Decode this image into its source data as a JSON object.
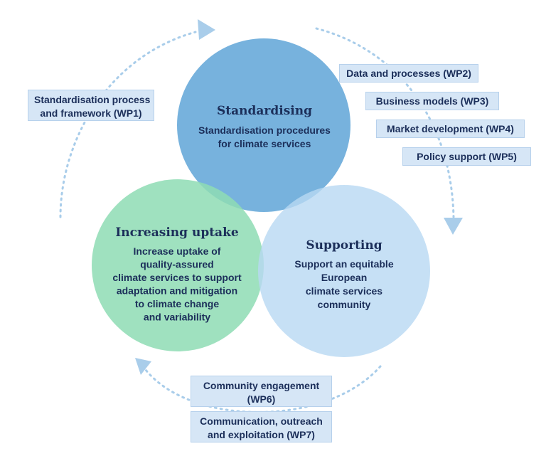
{
  "circles": {
    "standardising": {
      "title": "Standardising",
      "lines": [
        "Standardisation procedures",
        "for climate services"
      ],
      "color": "#5fa4d7"
    },
    "uptake": {
      "title": "Increasing uptake",
      "lines": [
        "Increase uptake of",
        "quality-assured",
        "climate services to support",
        "adaptation and mitigation",
        "to climate change",
        "and variability"
      ],
      "color": "#8edcb4"
    },
    "supporting": {
      "title": "Supporting",
      "lines": [
        "Support an equitable",
        "European",
        "climate services",
        "community"
      ],
      "color": "#b8d8f2"
    }
  },
  "work_packages": {
    "wp1": [
      "Standardisation process",
      "and framework (WP1)"
    ],
    "wp2": [
      "Data and processes (WP2)"
    ],
    "wp3": [
      "Business models (WP3)"
    ],
    "wp4": [
      "Market development (WP4)"
    ],
    "wp5": [
      "Policy support (WP5)"
    ],
    "wp6": [
      "Community engagement",
      "(WP6)"
    ],
    "wp7": [
      "Communication, outreach",
      "and exploitation (WP7)"
    ]
  },
  "colors": {
    "text": "#1c2f5a",
    "label_fill": "#d6e6f6",
    "label_border": "#b7d1ec",
    "arrow": "#a9cdea"
  }
}
